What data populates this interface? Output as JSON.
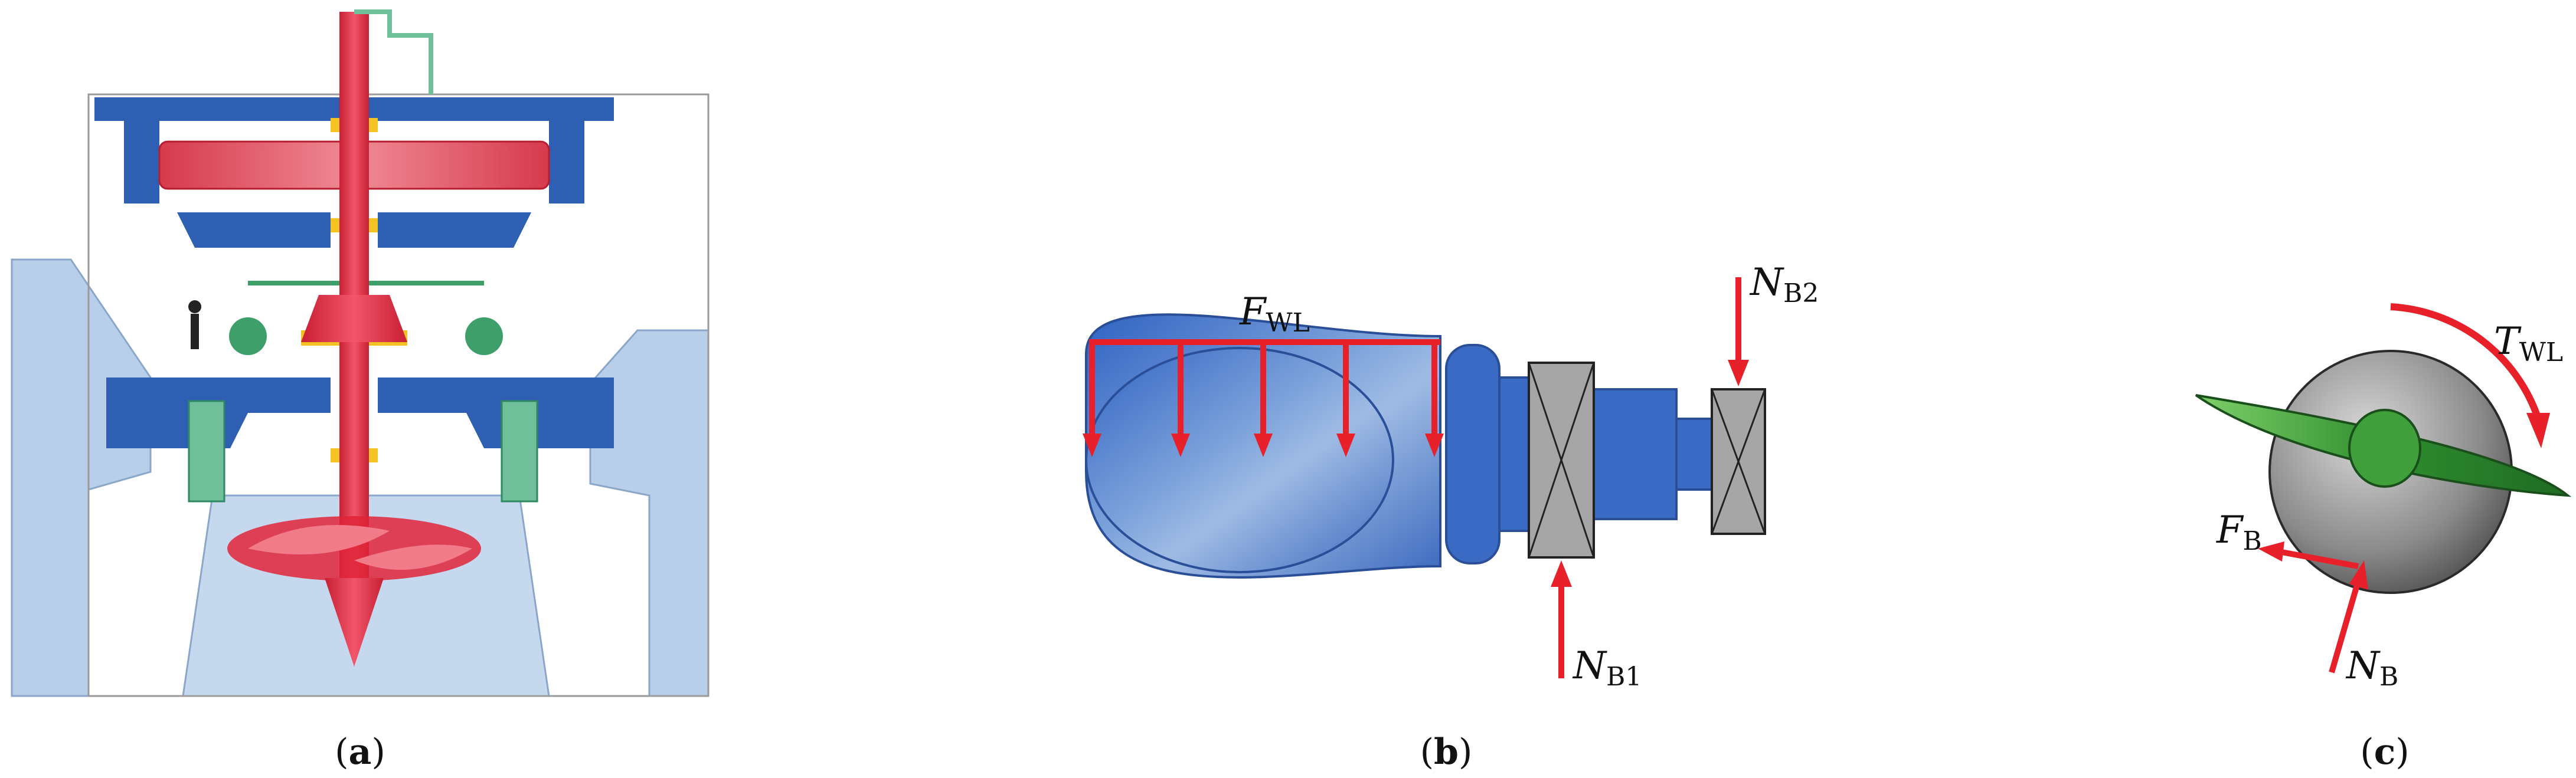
{
  "panels": {
    "a": {
      "caption_open": "(",
      "caption_letter": "a",
      "caption_close": ")"
    },
    "b": {
      "caption_open": "(",
      "caption_letter": "b",
      "caption_close": ")",
      "labels": {
        "fwl_main": "F",
        "fwl_sub": "WL",
        "nb1_main": "N",
        "nb1_sub": "B1",
        "nb2_main": "N",
        "nb2_sub": "B2"
      }
    },
    "c": {
      "caption_open": "(",
      "caption_letter": "c",
      "caption_close": ")",
      "labels": {
        "twl_main": "T",
        "twl_sub": "WL",
        "fb_main": "F",
        "fb_sub": "B",
        "nb_main": "N",
        "nb_sub": "B"
      }
    }
  },
  "colors": {
    "rotor_red": "#e0243a",
    "stator_blue": "#2f5fb3",
    "water_blue": "#b9cfe9",
    "bearing_green": "#6fbf9a",
    "bearing_yellow": "#f4c321",
    "force_red": "#e8202a",
    "bearing_gray": "#a6a6a6",
    "blade_green": "#3f9f3a"
  }
}
